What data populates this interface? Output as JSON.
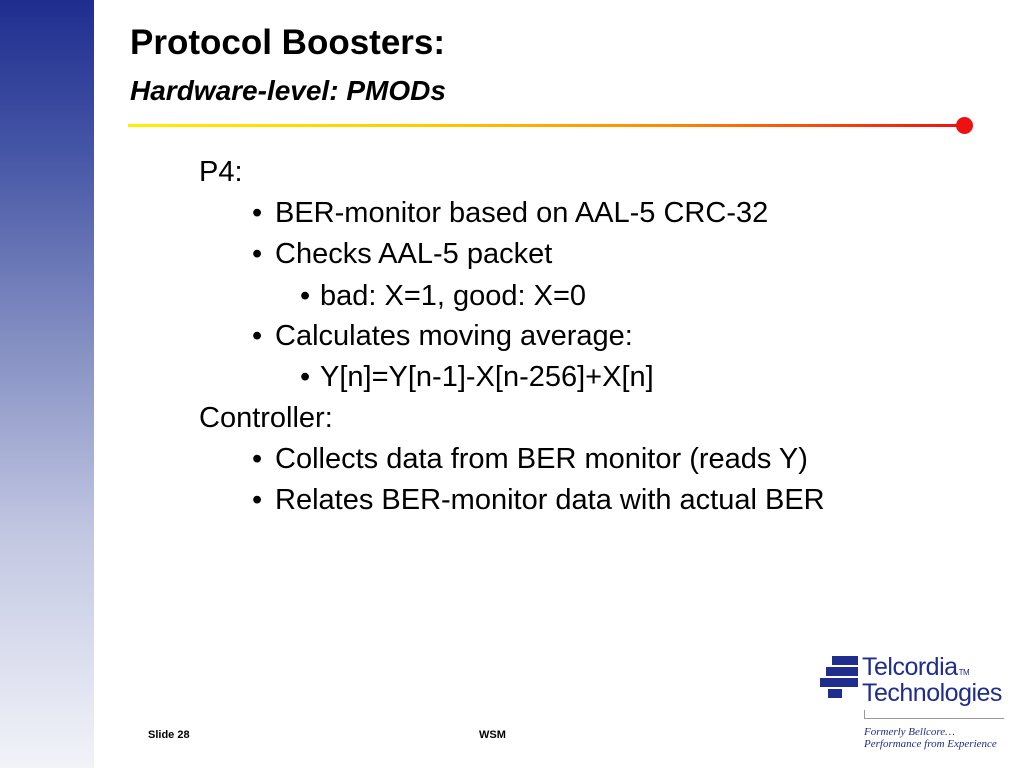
{
  "slide": {
    "title": "Protocol Boosters:",
    "subtitle": "Hardware-level: PMODs"
  },
  "body": {
    "p4_heading": "P4:",
    "p4_items": [
      "BER-monitor based on AAL-5 CRC-32",
      "Checks AAL-5 packet",
      "bad: X=1, good: X=0",
      "Calculates moving average:",
      "Y[n]=Y[n-1]-X[n-256]+X[n]"
    ],
    "controller_heading": "Controller:",
    "controller_items": [
      "Collects data from BER monitor (reads Y)",
      "Relates BER-monitor data with actual BER"
    ],
    "bullet_char": "•"
  },
  "footer": {
    "slide_number": "Slide 28",
    "center_text": "WSM"
  },
  "logo": {
    "name_line1": "Telcordia",
    "trademark": "TM",
    "name_line2": "Technologies",
    "tagline_line1": "Formerly Bellcore…",
    "tagline_line2": "Performance from Experience"
  },
  "colors": {
    "sidebar_top": "#1f2d8f",
    "sidebar_bottom": "#f2f3f9",
    "rule_start": "#ffee00",
    "rule_end": "#ee1111",
    "logo_blue": "#1f2d8f"
  }
}
